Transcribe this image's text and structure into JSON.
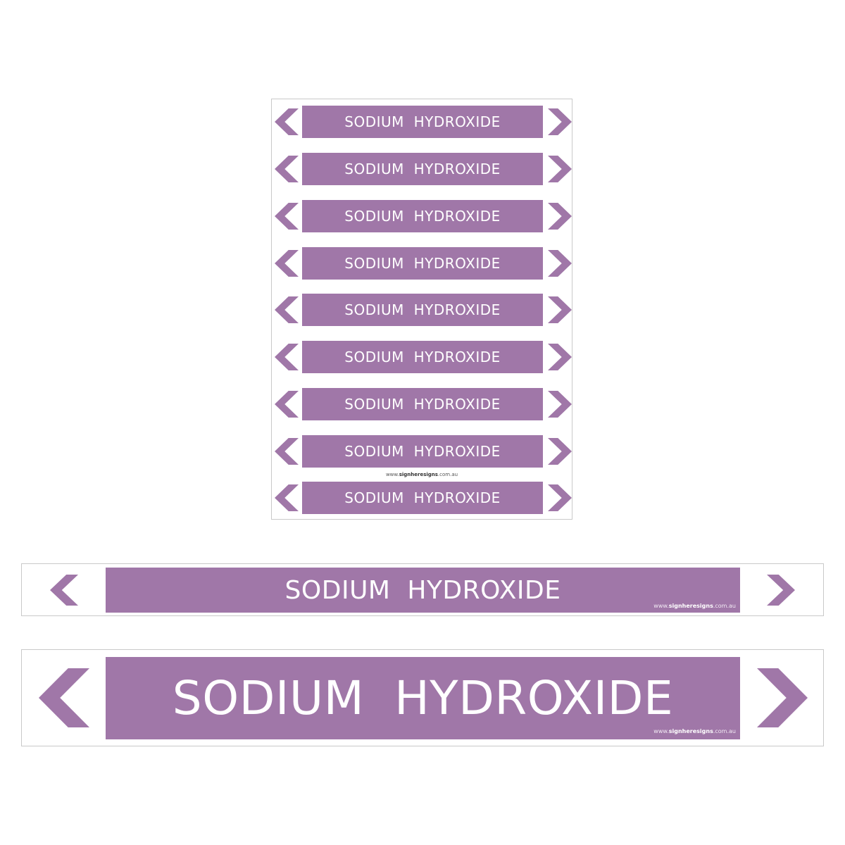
{
  "label_text": "SODIUM  HYDROXIDE",
  "website": {
    "prefix": "www.",
    "brand": "signheresigns",
    "suffix": ".com.au"
  },
  "colors": {
    "accent": "#a077a8",
    "background": "#ffffff",
    "border": "#c9c9c9"
  },
  "sheet": {
    "rows": 9
  },
  "icons": {
    "left": "chevron-left-icon",
    "right": "chevron-right-icon"
  }
}
